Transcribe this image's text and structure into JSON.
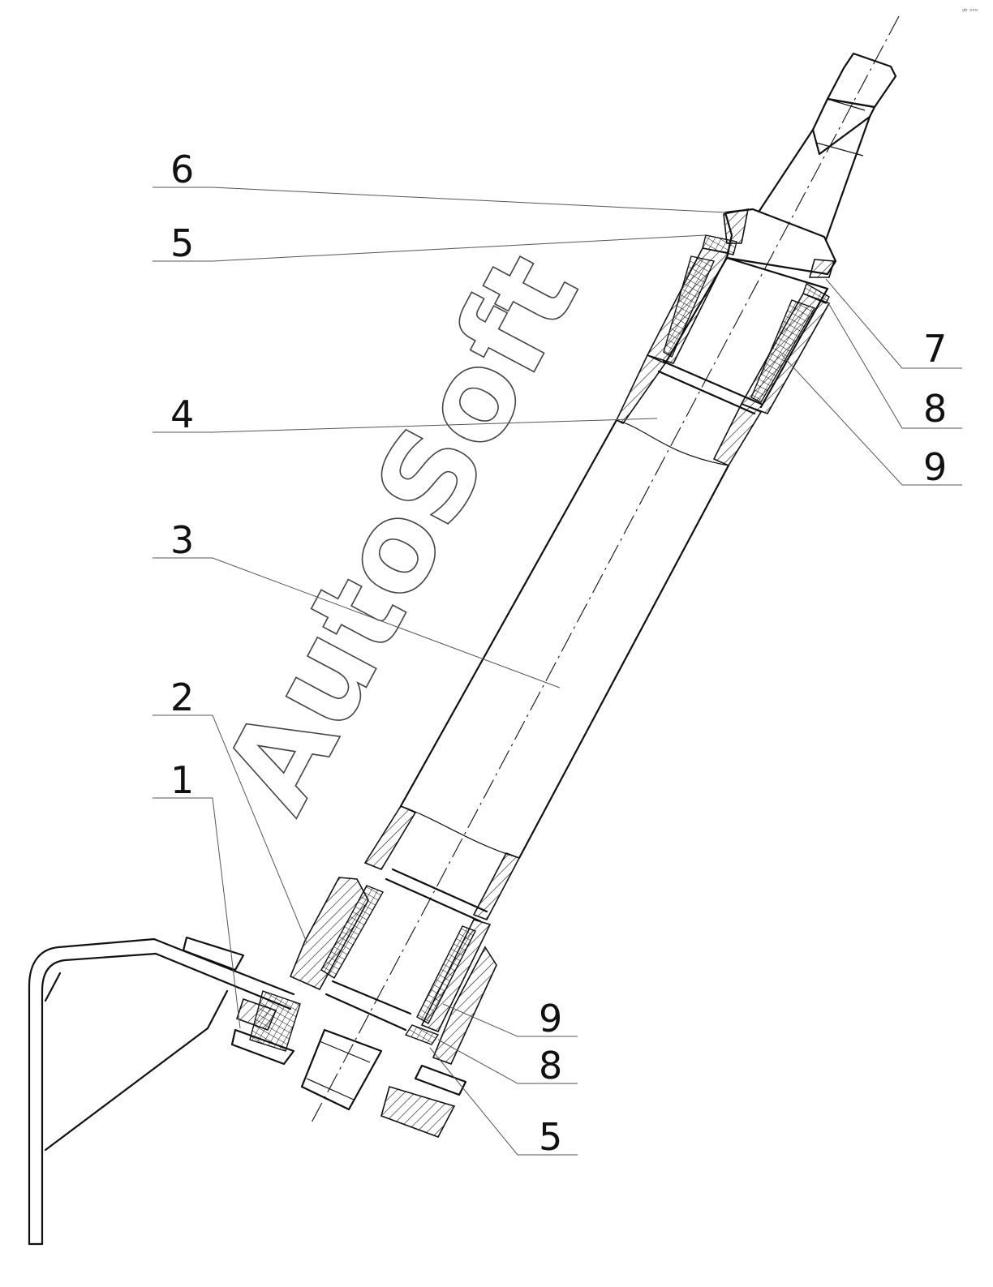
{
  "watermark": "AutoSoft",
  "corner_mark": "ᵍᵇ ᵉᵉᵉ",
  "callouts": [
    {
      "id": "c6",
      "label": "6"
    },
    {
      "id": "c5-top",
      "label": "5"
    },
    {
      "id": "c7",
      "label": "7"
    },
    {
      "id": "c8-top",
      "label": "8"
    },
    {
      "id": "c9-top",
      "label": "9"
    },
    {
      "id": "c4",
      "label": "4"
    },
    {
      "id": "c3",
      "label": "3"
    },
    {
      "id": "c2",
      "label": "2"
    },
    {
      "id": "c1",
      "label": "1"
    },
    {
      "id": "c9-bottom",
      "label": "9"
    },
    {
      "id": "c8-bottom",
      "label": "8"
    },
    {
      "id": "c5-bottom",
      "label": "5"
    }
  ]
}
